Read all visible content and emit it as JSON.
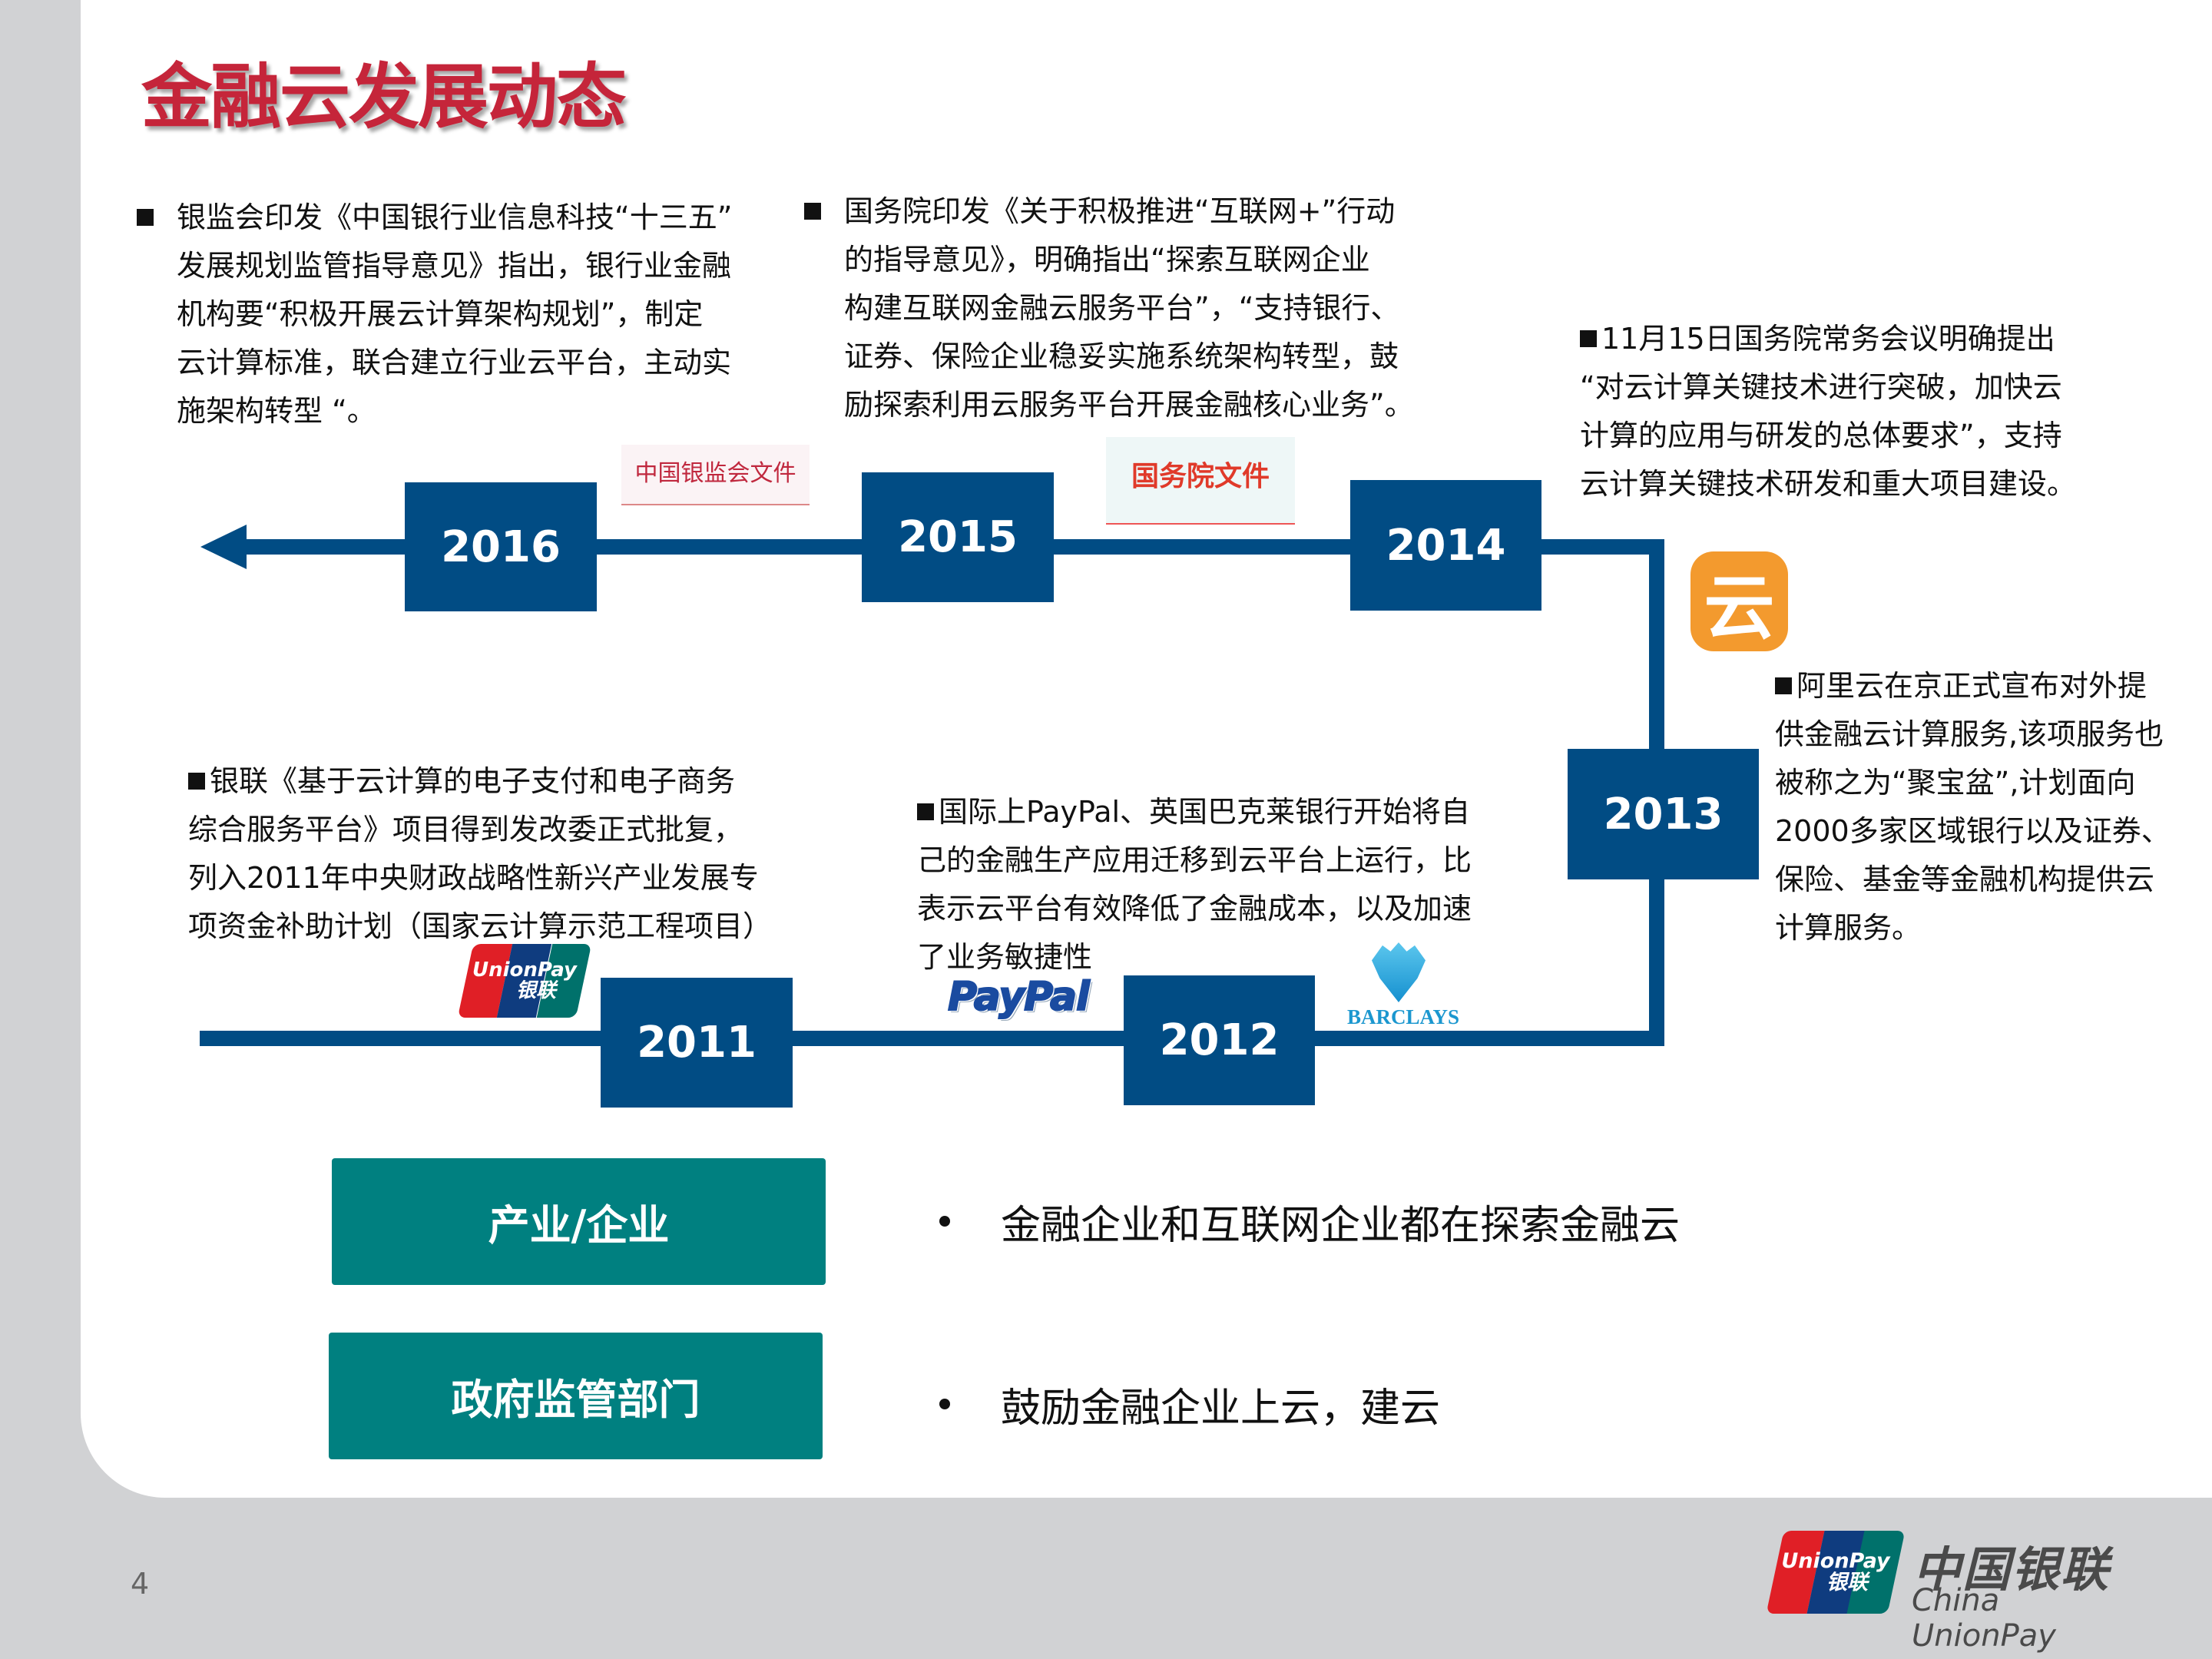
{
  "slide": {
    "title": "金融云发展动态",
    "page_number": "4"
  },
  "timeline": {
    "years": {
      "y2016": "2016",
      "y2015": "2015",
      "y2014": "2014",
      "y2013": "2013",
      "y2012": "2012",
      "y2011": "2011"
    },
    "events": {
      "e2016": [
        "银监会印发《中国银行业信息科技“十三五”",
        "发展规划监管指导意见》指出，银行业金融",
        "机构要“积极开展云计算架构规划”，制定",
        "云计算标准，联合建立行业云平台，主动实",
        "施架构转型 “。"
      ],
      "e2015": [
        "国务院印发《关于积极推进“互联网+”行动",
        "的指导意见》，明确指出“探索互联网企业",
        "构建互联网金融云服务平台”，“支持银行、",
        "证券、保险企业稳妥实施系统架构转型，鼓",
        "励探索利用云服务平台开展金融核心业务”。"
      ],
      "e2014": [
        "11月15日国务院常务会议明确提出",
        "“对云计算关键技术进行突破，加快云",
        "计算的应用与研发的总体要求”，支持",
        "云计算关键技术研发和重大项目建设。"
      ],
      "e2013": [
        "阿里云在京正式宣布对外提",
        "供金融云计算服务,该项服务也",
        "被称之为“聚宝盆”,计划面向",
        "2000多家区域银行以及证券、",
        "保险、基金等金融机构提供云",
        "计算服务。"
      ],
      "e2012": [
        "国际上PayPal、英国巴克莱银行开始将自",
        "己的金融生产应用迁移到云平台上运行，比",
        "表示云平台有效降低了金融成本，以及加速",
        "了业务敏捷性"
      ],
      "e2011": [
        "银联《基于云计算的电子支付和电子商务",
        "综合服务平台》项目得到发改委正式批复，",
        "列入2011年中央财政战略性新兴产业发展专",
        "项资金补助计划（国家云计算示范工程项目）"
      ]
    },
    "images": {
      "cbrc_doc": "中国银监会文件",
      "state_council_doc": "国务院文件",
      "aliyun_logo": "云",
      "unionpay_top": "UnionPay",
      "unionpay_bottom": "银联",
      "paypal": "PayPal",
      "barclays": "BARCLAYS"
    }
  },
  "summary": {
    "rows": [
      {
        "label": "产业/企业",
        "text": "金融企业和互联网企业都在探索金融云"
      },
      {
        "label": "政府监管部门",
        "text": "鼓励金融企业上云，建云"
      }
    ]
  },
  "footer": {
    "logo_badge_top": "UnionPay",
    "logo_badge_bottom": "银联",
    "logo_cn": "中国银联",
    "logo_en": "China UnionPay"
  },
  "colors": {
    "title_red": "#c5253a",
    "timeline_blue": "#014c84",
    "teal": "#008080",
    "aliyun_orange": "#f39a2e",
    "background_gray": "#d1d2d4"
  }
}
